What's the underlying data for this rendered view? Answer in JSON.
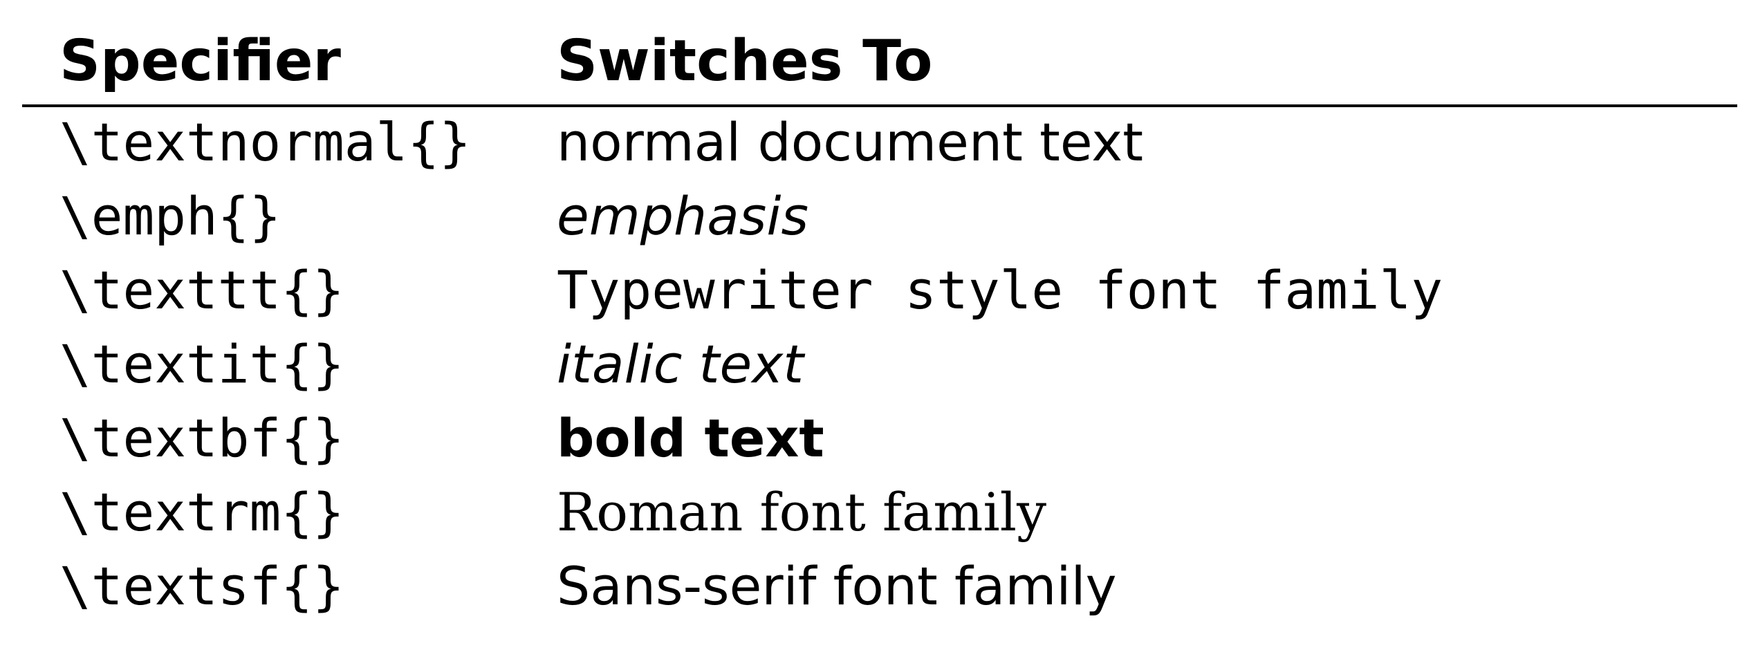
{
  "table": {
    "headers": {
      "specifier": "Specifier",
      "switches_to": "Switches To"
    },
    "rows": [
      {
        "specifier": "\\textnormal{}",
        "switches_to": "normal document text",
        "style": "normal"
      },
      {
        "specifier": "\\emph{}",
        "switches_to": "emphasis",
        "style": "italic"
      },
      {
        "specifier": "\\texttt{}",
        "switches_to": "Typewriter style font family",
        "style": "typewriter"
      },
      {
        "specifier": "\\textit{}",
        "switches_to": "italic text",
        "style": "italic"
      },
      {
        "specifier": "\\textbf{}",
        "switches_to": "bold text",
        "style": "bold"
      },
      {
        "specifier": "\\textrm{}",
        "switches_to": "Roman font family",
        "style": "roman"
      },
      {
        "specifier": "\\textsf{}",
        "switches_to": "Sans-serif font family",
        "style": "sans-serif"
      }
    ]
  }
}
